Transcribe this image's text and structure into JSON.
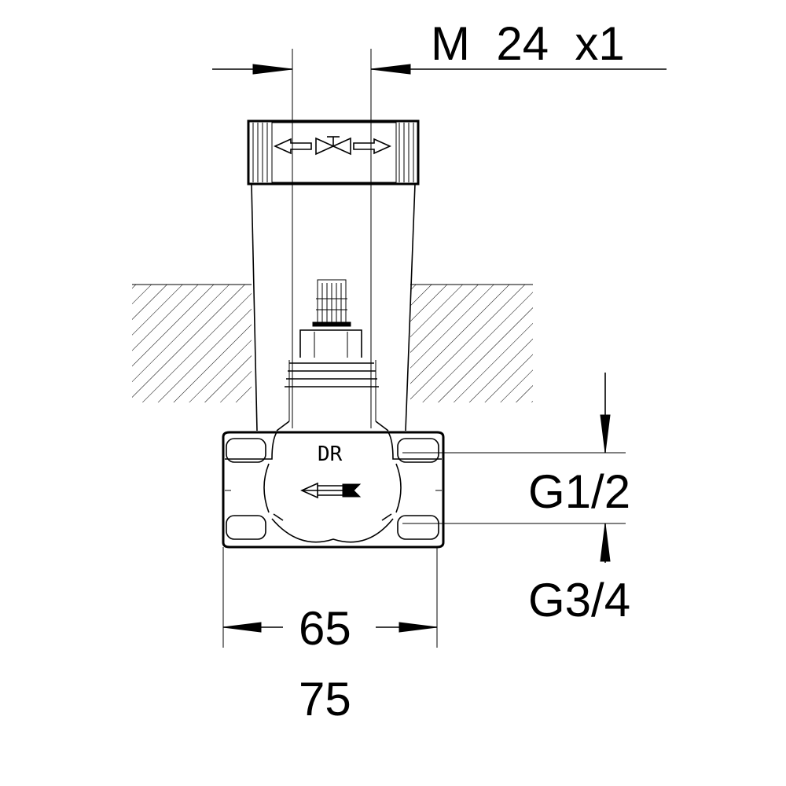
{
  "dimensions": {
    "thread": "M  24  x1",
    "top_width": "65",
    "bottom_width": "75",
    "connection_small": "G1/2",
    "connection_large": "G3/4"
  },
  "body_marking": "DR"
}
